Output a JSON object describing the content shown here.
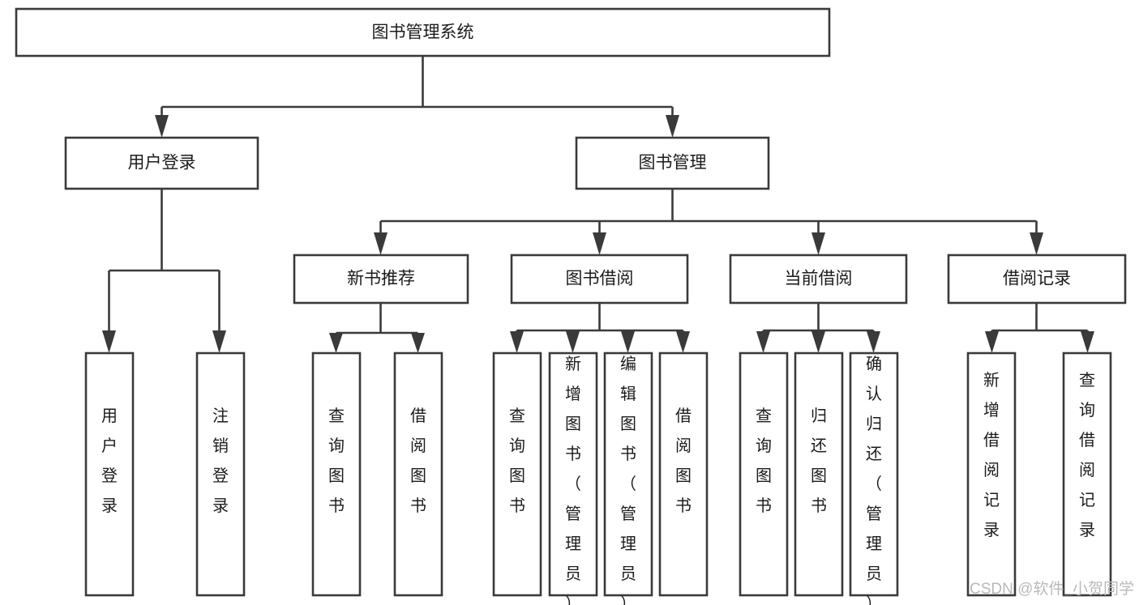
{
  "diagram": {
    "title": "图书管理系统",
    "type": "tree",
    "orientation": "top-down",
    "colors": {
      "box_stroke": "#3a3a3a",
      "box_fill": "#ffffff",
      "connector": "#3a3a3a",
      "label_text": "#1b1b1b",
      "watermark": "#b9b9b9",
      "canvas": "#ffffff"
    },
    "root": {
      "label": "图书管理系统"
    },
    "level2": [
      {
        "label": "用户登录"
      },
      {
        "label": "图书管理"
      }
    ],
    "level3": [
      {
        "label": "新书推荐"
      },
      {
        "label": "图书借阅"
      },
      {
        "label": "当前借阅"
      },
      {
        "label": "借阅记录"
      }
    ],
    "leaves": {
      "user_login": [
        {
          "label": "用户登录"
        },
        {
          "label": "注销登录"
        }
      ],
      "new_book_recommend": [
        {
          "label": "查询图书"
        },
        {
          "label": "借阅图书"
        }
      ],
      "book_borrow": [
        {
          "label": "查询图书"
        },
        {
          "label": "新增图书（管理员）"
        },
        {
          "label": "编辑图书（管理员）"
        },
        {
          "label": "借阅图书"
        }
      ],
      "current_borrow": [
        {
          "label": "查询图书"
        },
        {
          "label": "归还图书"
        },
        {
          "label": "确认归还（管理员）"
        }
      ],
      "borrow_record": [
        {
          "label": "新增借阅记录"
        },
        {
          "label": "查询借阅记录"
        }
      ]
    }
  },
  "watermark": {
    "text": "CSDN @软件_小贺同学"
  }
}
